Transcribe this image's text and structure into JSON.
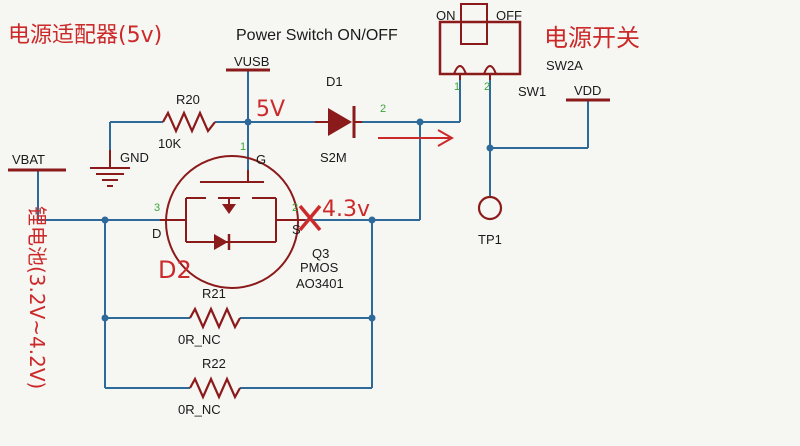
{
  "title": "Power Switch ON/OFF",
  "annotations": {
    "adapter": "电源适配器(5v)",
    "switch_cn": "电源开关",
    "battery": "锂电池(3.2V~4.2V)",
    "v5": "5V",
    "v43": "4.3v",
    "d2": "D2"
  },
  "nets": {
    "vusb": "VUSB",
    "vbat": "VBAT",
    "vdd": "VDD",
    "gnd": "GND"
  },
  "components": {
    "r20": {
      "ref": "R20",
      "value": "10K"
    },
    "d1": {
      "ref": "D1",
      "value": "S2M"
    },
    "q3": {
      "ref": "Q3",
      "type": "PMOS",
      "part": "AO3401"
    },
    "r21": {
      "ref": "R21",
      "value": "0R_NC"
    },
    "r22": {
      "ref": "R22",
      "value": "0R_NC"
    },
    "sw2a": {
      "ref": "SW2A",
      "net": "SW1",
      "on": "ON",
      "off": "OFF"
    },
    "tp1": {
      "ref": "TP1"
    }
  },
  "pins": {
    "g": "G",
    "d": "D",
    "s": "S",
    "p1": "1",
    "p2": "2",
    "p3": "3",
    "d1_pin": "2",
    "sw_p1": "1",
    "sw_p2": "2"
  },
  "colors": {
    "wire": "#2d6a9a",
    "component": "#8b1a1a",
    "annotation": "#cc2a2a",
    "pin": "#3aa63a",
    "text": "#1a1a1a"
  }
}
